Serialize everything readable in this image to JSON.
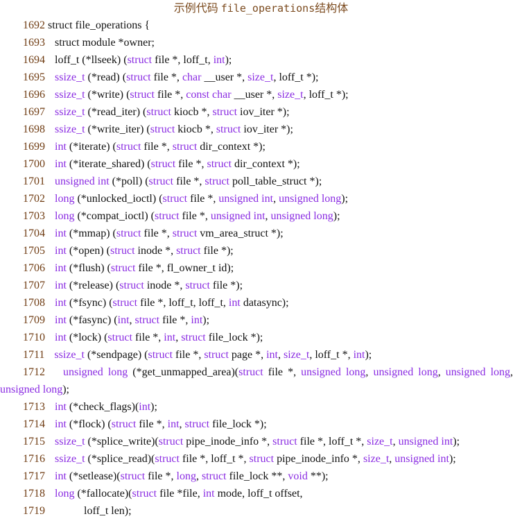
{
  "caption": {
    "prefix": "示例代码 ",
    "code": "file_operations",
    "suffix": "结构体"
  },
  "colors": {
    "keyword": "#8a2be2",
    "line_number": "#6e3a10",
    "text": "#111111",
    "caption": "#7b4a1e"
  },
  "lines": [
    {
      "num": "1692",
      "segs": [
        [
          "t",
          "struct file_operations {"
        ]
      ]
    },
    {
      "num": "1693",
      "segs": [
        [
          "t",
          "struct module *owner;"
        ]
      ]
    },
    {
      "num": "1694",
      "segs": [
        [
          "t",
          "loff_t (*llseek) ("
        ],
        [
          "k",
          "struct"
        ],
        [
          "t",
          " file *, loff_t, "
        ],
        [
          "k",
          "int"
        ],
        [
          "t",
          ");"
        ]
      ]
    },
    {
      "num": "1695",
      "segs": [
        [
          "k",
          "ssize_t"
        ],
        [
          "t",
          " (*read) ("
        ],
        [
          "k",
          "struct"
        ],
        [
          "t",
          " file *, "
        ],
        [
          "k",
          "char"
        ],
        [
          "t",
          " __user *, "
        ],
        [
          "k",
          "size_t"
        ],
        [
          "t",
          ", loff_t *);"
        ]
      ]
    },
    {
      "num": "1696",
      "segs": [
        [
          "k",
          "ssize_t"
        ],
        [
          "t",
          " (*write) ("
        ],
        [
          "k",
          "struct"
        ],
        [
          "t",
          " file *, "
        ],
        [
          "k",
          "const char"
        ],
        [
          "t",
          " __user *, "
        ],
        [
          "k",
          "size_t"
        ],
        [
          "t",
          ", loff_t *);"
        ]
      ]
    },
    {
      "num": "1697",
      "segs": [
        [
          "k",
          "ssize_t"
        ],
        [
          "t",
          " (*read_iter) ("
        ],
        [
          "k",
          "struct"
        ],
        [
          "t",
          " kiocb *, "
        ],
        [
          "k",
          "struct"
        ],
        [
          "t",
          " iov_iter *);"
        ]
      ]
    },
    {
      "num": "1698",
      "segs": [
        [
          "k",
          "ssize_t"
        ],
        [
          "t",
          " (*write_iter) ("
        ],
        [
          "k",
          "struct"
        ],
        [
          "t",
          " kiocb *, "
        ],
        [
          "k",
          "struct"
        ],
        [
          "t",
          " iov_iter *);"
        ]
      ]
    },
    {
      "num": "1699",
      "segs": [
        [
          "k",
          "int"
        ],
        [
          "t",
          " (*iterate) ("
        ],
        [
          "k",
          "struct"
        ],
        [
          "t",
          " file *, "
        ],
        [
          "k",
          "struct"
        ],
        [
          "t",
          " dir_context *);"
        ]
      ]
    },
    {
      "num": "1700",
      "segs": [
        [
          "k",
          "int"
        ],
        [
          "t",
          " (*iterate_shared) ("
        ],
        [
          "k",
          "struct"
        ],
        [
          "t",
          " file *, "
        ],
        [
          "k",
          "struct"
        ],
        [
          "t",
          " dir_context *);"
        ]
      ]
    },
    {
      "num": "1701",
      "segs": [
        [
          "k",
          "unsigned int"
        ],
        [
          "t",
          " (*poll) ("
        ],
        [
          "k",
          "struct"
        ],
        [
          "t",
          " file *, "
        ],
        [
          "k",
          "struct"
        ],
        [
          "t",
          " poll_table_struct *);"
        ]
      ]
    },
    {
      "num": "1702",
      "segs": [
        [
          "k",
          "long"
        ],
        [
          "t",
          " (*unlocked_ioctl) ("
        ],
        [
          "k",
          "struct"
        ],
        [
          "t",
          " file *, "
        ],
        [
          "k",
          "unsigned int"
        ],
        [
          "t",
          ", "
        ],
        [
          "k",
          "unsigned long"
        ],
        [
          "t",
          ");"
        ]
      ]
    },
    {
      "num": "1703",
      "segs": [
        [
          "k",
          "long"
        ],
        [
          "t",
          " (*compat_ioctl) ("
        ],
        [
          "k",
          "struct"
        ],
        [
          "t",
          " file *, "
        ],
        [
          "k",
          "unsigned int"
        ],
        [
          "t",
          ", "
        ],
        [
          "k",
          "unsigned long"
        ],
        [
          "t",
          ");"
        ]
      ]
    },
    {
      "num": "1704",
      "segs": [
        [
          "k",
          "int"
        ],
        [
          "t",
          " (*mmap) ("
        ],
        [
          "k",
          "struct"
        ],
        [
          "t",
          " file *, "
        ],
        [
          "k",
          "struct"
        ],
        [
          "t",
          " vm_area_struct *);"
        ]
      ]
    },
    {
      "num": "1705",
      "segs": [
        [
          "k",
          "int"
        ],
        [
          "t",
          " (*open) ("
        ],
        [
          "k",
          "struct"
        ],
        [
          "t",
          " inode *, "
        ],
        [
          "k",
          "struct"
        ],
        [
          "t",
          " file *);"
        ]
      ]
    },
    {
      "num": "1706",
      "segs": [
        [
          "k",
          "int"
        ],
        [
          "t",
          " (*flush) ("
        ],
        [
          "k",
          "struct"
        ],
        [
          "t",
          " file *, fl_owner_t id);"
        ]
      ]
    },
    {
      "num": "1707",
      "segs": [
        [
          "k",
          "int"
        ],
        [
          "t",
          " (*release) ("
        ],
        [
          "k",
          "struct"
        ],
        [
          "t",
          " inode *, "
        ],
        [
          "k",
          "struct"
        ],
        [
          "t",
          " file *);"
        ]
      ]
    },
    {
      "num": "1708",
      "segs": [
        [
          "k",
          "int"
        ],
        [
          "t",
          " (*fsync) ("
        ],
        [
          "k",
          "struct"
        ],
        [
          "t",
          " file *, loff_t, loff_t, "
        ],
        [
          "k",
          "int"
        ],
        [
          "t",
          " datasync);"
        ]
      ]
    },
    {
      "num": "1709",
      "segs": [
        [
          "k",
          "int"
        ],
        [
          "t",
          " (*fasync) ("
        ],
        [
          "k",
          "int"
        ],
        [
          "t",
          ", "
        ],
        [
          "k",
          "struct"
        ],
        [
          "t",
          " file *, "
        ],
        [
          "k",
          "int"
        ],
        [
          "t",
          ");"
        ]
      ]
    },
    {
      "num": "1710",
      "segs": [
        [
          "k",
          "int"
        ],
        [
          "t",
          " (*lock) ("
        ],
        [
          "k",
          "struct"
        ],
        [
          "t",
          " file *, "
        ],
        [
          "k",
          "int"
        ],
        [
          "t",
          ", "
        ],
        [
          "k",
          "struct"
        ],
        [
          "t",
          " file_lock *);"
        ]
      ]
    },
    {
      "num": "1711",
      "segs": [
        [
          "k",
          "ssize_t"
        ],
        [
          "t",
          " (*sendpage) ("
        ],
        [
          "k",
          "struct"
        ],
        [
          "t",
          " file *, "
        ],
        [
          "k",
          "struct"
        ],
        [
          "t",
          " page *, "
        ],
        [
          "k",
          "int"
        ],
        [
          "t",
          ", "
        ],
        [
          "k",
          "size_t"
        ],
        [
          "t",
          ", loff_t *, "
        ],
        [
          "k",
          "int"
        ],
        [
          "t",
          ");"
        ]
      ]
    },
    {
      "num": "1712",
      "wrap": true,
      "segs": [
        [
          "k",
          "unsigned long"
        ],
        [
          "t",
          " (*get_unmapped_area)("
        ],
        [
          "k",
          "struct"
        ],
        [
          "t",
          " file *, "
        ],
        [
          "k",
          "unsigned long"
        ],
        [
          "t",
          ", "
        ],
        [
          "k",
          "unsigned long"
        ],
        [
          "t",
          ", "
        ],
        [
          "k",
          "unsigned long"
        ],
        [
          "t",
          ","
        ]
      ],
      "cont_segs": [
        [
          "k",
          "unsigned long"
        ],
        [
          "t",
          ");"
        ]
      ]
    },
    {
      "num": "1713",
      "segs": [
        [
          "k",
          "int"
        ],
        [
          "t",
          " (*check_flags)("
        ],
        [
          "k",
          "int"
        ],
        [
          "t",
          ");"
        ]
      ]
    },
    {
      "num": "1714",
      "segs": [
        [
          "k",
          "int"
        ],
        [
          "t",
          " (*flock) ("
        ],
        [
          "k",
          "struct"
        ],
        [
          "t",
          " file *, "
        ],
        [
          "k",
          "int"
        ],
        [
          "t",
          ", "
        ],
        [
          "k",
          "struct"
        ],
        [
          "t",
          " file_lock *);"
        ]
      ]
    },
    {
      "num": "1715",
      "segs": [
        [
          "k",
          "ssize_t"
        ],
        [
          "t",
          " (*splice_write)("
        ],
        [
          "k",
          "struct"
        ],
        [
          "t",
          " pipe_inode_info *, "
        ],
        [
          "k",
          "struct"
        ],
        [
          "t",
          " file *, loff_t *, "
        ],
        [
          "k",
          "size_t"
        ],
        [
          "t",
          ", "
        ],
        [
          "k",
          "unsigned int"
        ],
        [
          "t",
          ");"
        ]
      ]
    },
    {
      "num": "1716",
      "segs": [
        [
          "k",
          "ssize_t"
        ],
        [
          "t",
          " (*splice_read)("
        ],
        [
          "k",
          "struct"
        ],
        [
          "t",
          " file *, loff_t *, "
        ],
        [
          "k",
          "struct"
        ],
        [
          "t",
          " pipe_inode_info *, "
        ],
        [
          "k",
          "size_t"
        ],
        [
          "t",
          ", "
        ],
        [
          "k",
          "unsigned int"
        ],
        [
          "t",
          ");"
        ]
      ]
    },
    {
      "num": "1717",
      "segs": [
        [
          "k",
          "int"
        ],
        [
          "t",
          " (*setlease)("
        ],
        [
          "k",
          "struct"
        ],
        [
          "t",
          " file *, "
        ],
        [
          "k",
          "long"
        ],
        [
          "t",
          ", "
        ],
        [
          "k",
          "struct"
        ],
        [
          "t",
          " file_lock **, "
        ],
        [
          "k",
          "void"
        ],
        [
          "t",
          " **);"
        ]
      ]
    },
    {
      "num": "1718",
      "segs": [
        [
          "k",
          "long"
        ],
        [
          "t",
          " (*fallocate)("
        ],
        [
          "k",
          "struct"
        ],
        [
          "t",
          " file *file, "
        ],
        [
          "k",
          "int"
        ],
        [
          "t",
          " mode, loff_t offset,"
        ]
      ]
    },
    {
      "num": "1719",
      "cont_only": true,
      "segs": [
        [
          "t",
          "loff_t len);"
        ]
      ]
    }
  ]
}
